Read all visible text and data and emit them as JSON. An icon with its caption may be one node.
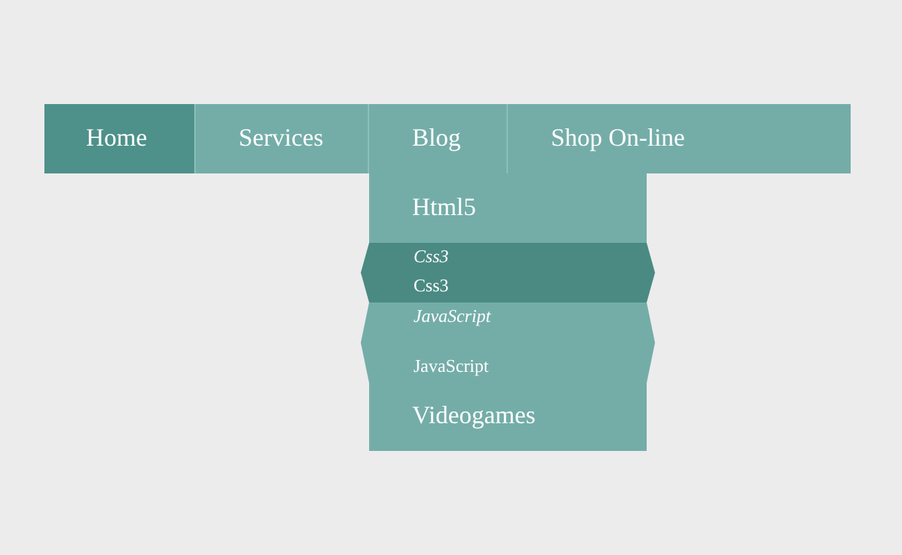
{
  "diagram": {
    "nodes": [
      {
        "text": [
          "Home"
        ]
      },
      {
        "text": [
          "Services"
        ]
      },
      {
        "text": [
          "Blog"
        ]
      },
      {
        "text": [
          "Shop On-line"
        ]
      },
      {
        "text": [
          "Html5"
        ]
      },
      {
        "text": [
          "Css3",
          "Css3"
        ]
      },
      {
        "text": [
          "JavaScript",
          "JavaScript"
        ]
      },
      {
        "text": [
          "Videogames"
        ]
      }
    ]
  }
}
